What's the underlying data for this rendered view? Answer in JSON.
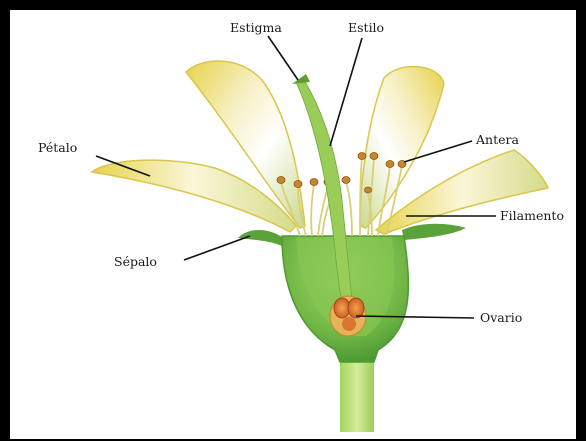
{
  "labels": {
    "estigma": "Estigma",
    "estilo": "Estilo",
    "petalo": "Pétalo",
    "antera": "Antera",
    "filamento": "Filamento",
    "sepalo": "Sépalo",
    "ovario": "Ovario"
  },
  "colors": {
    "frame": "#000000",
    "petal_base": "#f4e9a6",
    "petal_edge": "#d8c33c",
    "petal_white": "#ffffff",
    "receptacle": "#7fc04c",
    "receptacle_dark": "#5aa23a",
    "ovary": "#d6682a",
    "anther": "#c7862e",
    "stem": "#b9dd72"
  }
}
